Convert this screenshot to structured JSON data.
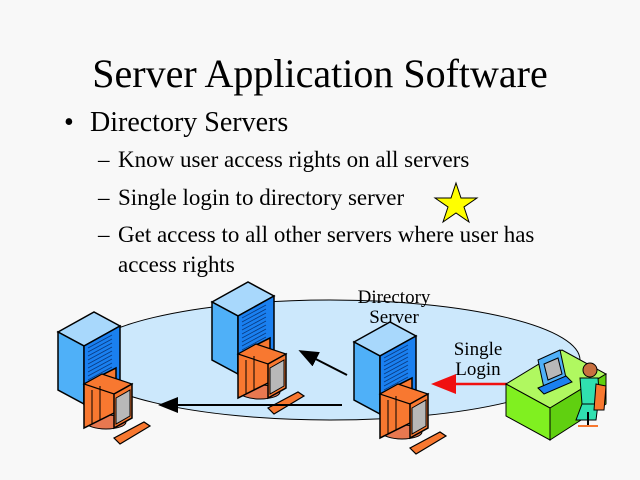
{
  "slide": {
    "title": "Server Application Software",
    "bullet": "Directory Servers",
    "sub_bullets": [
      "Know user access rights on all servers",
      "Single login to directory server",
      "Get access to all other servers where user has",
      "access rights"
    ],
    "bullet_marker": "•",
    "dash_marker": "–"
  },
  "diagram": {
    "directory_label_1": "Directory",
    "directory_label_2": "Server",
    "login_label_1": "Single",
    "login_label_2": "Login",
    "colors": {
      "network_ellipse": "#cce8fc",
      "server_front": "#4fb0f8",
      "server_side": "#1a80f0",
      "monitor": "#f87830",
      "screen": "#b8b8b8",
      "desk": "#80f020",
      "login_arrow": "#f01010",
      "star": "#ffff00"
    }
  }
}
